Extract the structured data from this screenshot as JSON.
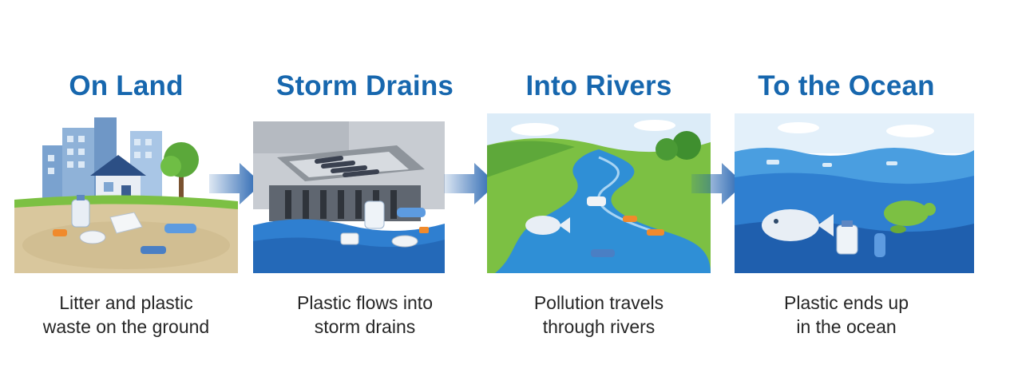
{
  "stages": [
    {
      "title": "On Land",
      "caption": [
        "Litter and plastic",
        "waste on the ground"
      ],
      "icon": "city-litter-icon"
    },
    {
      "title": "Storm Drains",
      "caption": [
        "Plastic flows into",
        "storm drains"
      ],
      "icon": "storm-drain-icon"
    },
    {
      "title": "Into Rivers",
      "caption": [
        "Pollution travels",
        "through rivers"
      ],
      "icon": "river-icon"
    },
    {
      "title": "To the Ocean",
      "caption": [
        "Plastic ends up",
        "in the ocean"
      ],
      "icon": "ocean-icon"
    }
  ],
  "arrows": [
    "arrow-right-icon",
    "arrow-right-icon",
    "arrow-right-icon"
  ],
  "colors": {
    "title": "#1767ae",
    "arrow": "#1f5fae",
    "caption": "#262626",
    "water": "#2f8fd6",
    "grass": "#7cc043"
  }
}
